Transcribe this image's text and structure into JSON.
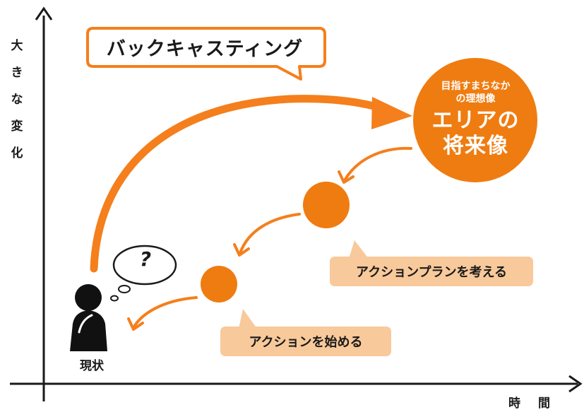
{
  "axes": {
    "y_label_chars": [
      "大",
      "き",
      "な",
      "変",
      "化"
    ],
    "x_label_chars": [
      "時",
      "間"
    ]
  },
  "backcasting_label": "バックキャスティング",
  "future_vision": {
    "sub_line1": "目指すまちなか",
    "sub_line2": "の理想像",
    "main_line1": "エリアの",
    "main_line2": "将来像"
  },
  "tags": {
    "action_plan": "アクションプランを考える",
    "action_start": "アクションを始める"
  },
  "person": {
    "label": "現状",
    "thought": "?"
  },
  "colors": {
    "orange": "#f47f1c",
    "orange_circle": "#ef7c10",
    "tag_bg": "#f8c99a",
    "ink": "#1a1a1a",
    "white": "#ffffff"
  }
}
